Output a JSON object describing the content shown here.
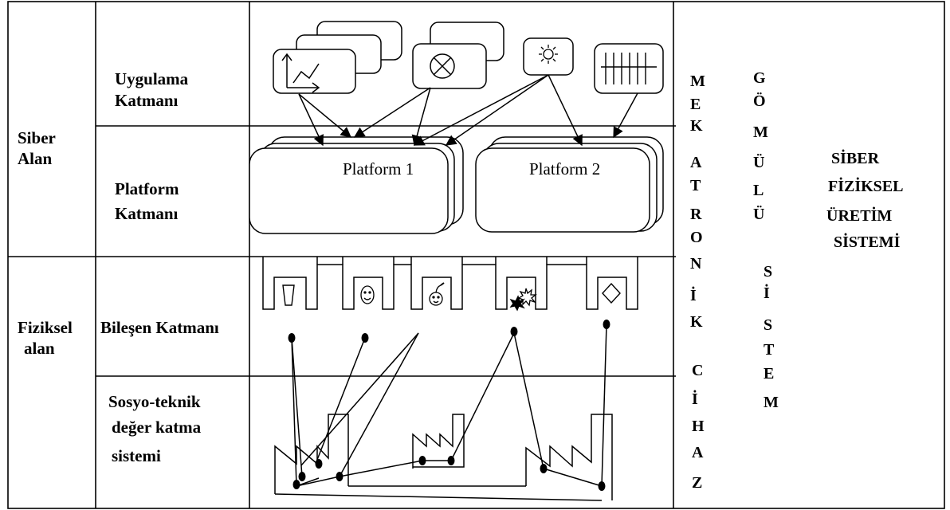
{
  "zones": {
    "cyber": [
      "Siber",
      "Alan"
    ],
    "physical": [
      "Fiziksel",
      "alan"
    ]
  },
  "layers": {
    "application": [
      "Uygulama",
      "Katmanı"
    ],
    "platform": [
      "Platform",
      "Katmanı"
    ],
    "component": [
      "Bileşen Katmanı"
    ],
    "sociotechnical": [
      "Sosyo-teknik",
      "değer katma",
      "sistemi"
    ]
  },
  "platforms": [
    "Platform 1",
    "Platform 2"
  ],
  "vertical_labels": {
    "mechatronic": [
      "M",
      "E",
      "K",
      "A",
      "T",
      "R",
      "O",
      "N",
      "İ",
      "K"
    ],
    "device": [
      "C",
      "İ",
      "H",
      "A",
      "Z"
    ],
    "embedded": [
      "G",
      "Ö",
      "M",
      "Ü",
      "L",
      "Ü"
    ],
    "system": [
      "S",
      "İ",
      "S",
      "T",
      "E",
      "M"
    ]
  },
  "system_title": [
    "SİBER",
    "FİZİKSEL",
    "ÜRETİM",
    "SİSTEMİ"
  ],
  "icons": {
    "apps": [
      "line-chart-icon",
      "circle-cross-icon",
      "sun-icon",
      "bar-grid-icon"
    ],
    "components": [
      "cup-icon",
      "smiley-icon",
      "bomb-face-icon",
      "explosion-icon",
      "diamond-icon"
    ],
    "factories": [
      "factory-icon",
      "factory-icon",
      "factory-icon"
    ]
  }
}
